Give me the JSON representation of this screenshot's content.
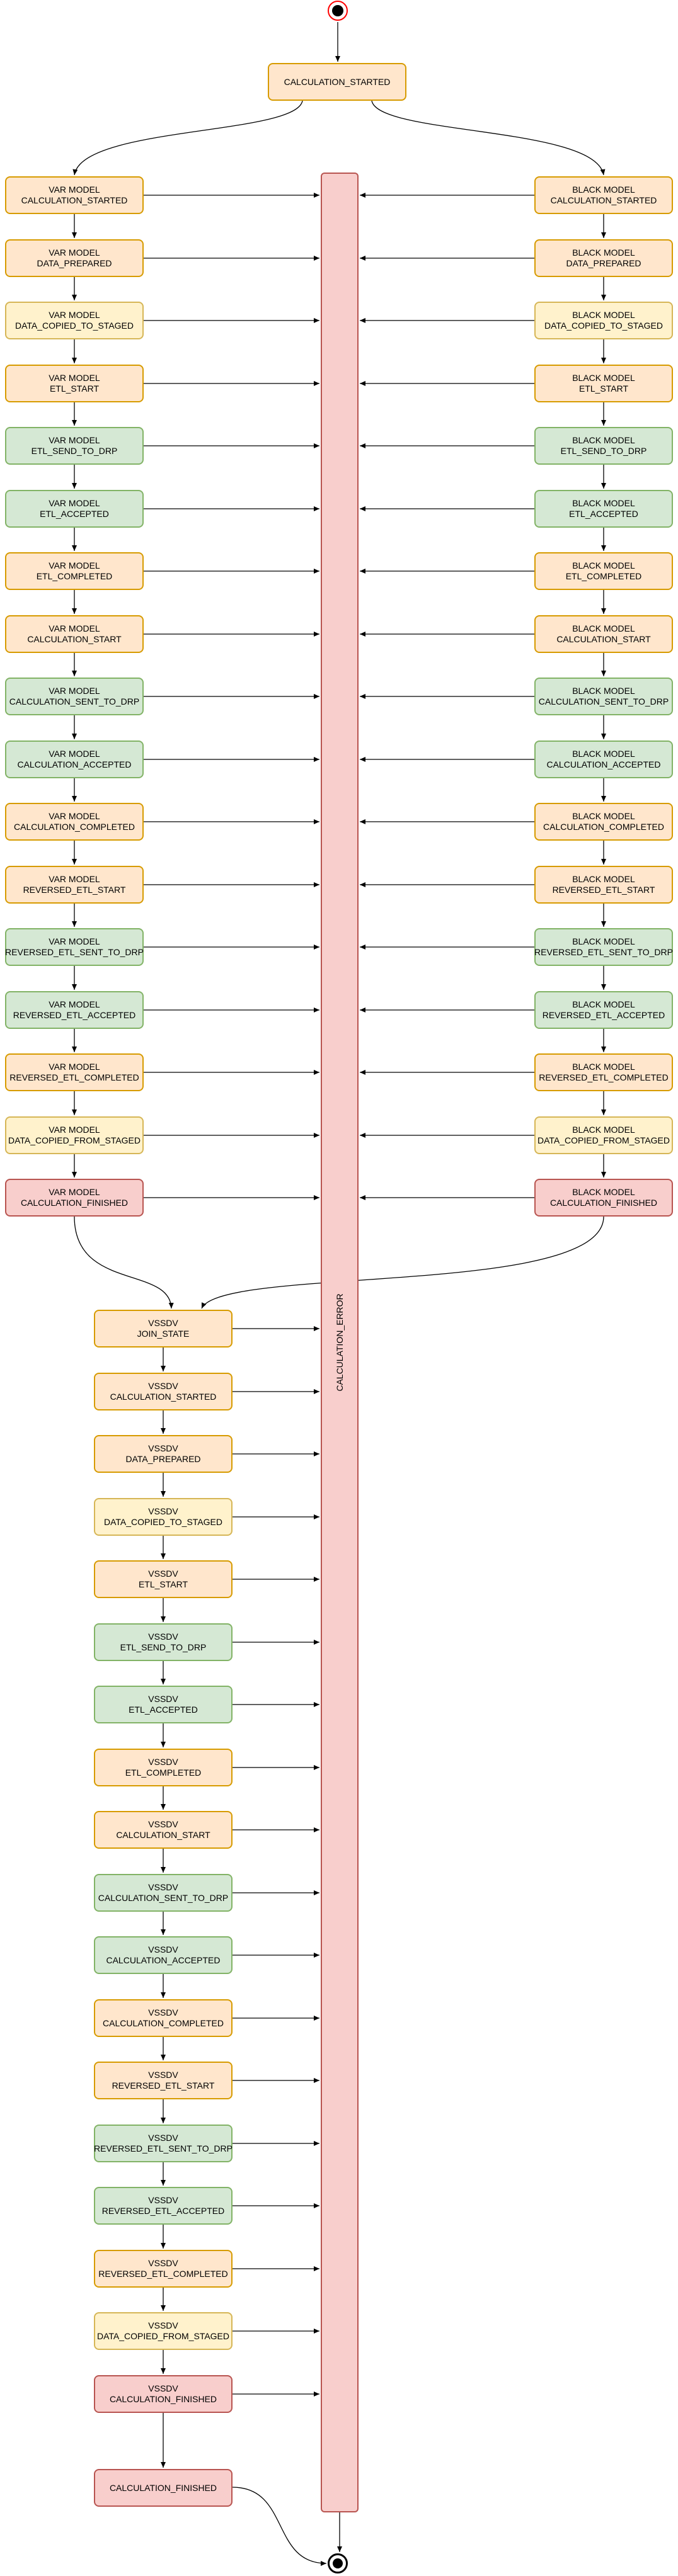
{
  "start_node": "CALCULATION_STARTED",
  "error_state": "CALCULATION_ERROR",
  "var_model": [
    {
      "line1": "VAR MODEL",
      "line2": "CALCULATION_STARTED",
      "color": "orange"
    },
    {
      "line1": "VAR MODEL",
      "line2": "DATA_PREPARED",
      "color": "orange"
    },
    {
      "line1": "VAR MODEL",
      "line2": "DATA_COPIED_TO_STAGED",
      "color": "yellow"
    },
    {
      "line1": "VAR MODEL",
      "line2": "ETL_START",
      "color": "orange"
    },
    {
      "line1": "VAR MODEL",
      "line2": "ETL_SEND_TO_DRP",
      "color": "green"
    },
    {
      "line1": "VAR MODEL",
      "line2": "ETL_ACCEPTED",
      "color": "green"
    },
    {
      "line1": "VAR MODEL",
      "line2": "ETL_COMPLETED",
      "color": "orange"
    },
    {
      "line1": "VAR MODEL",
      "line2": "CALCULATION_START",
      "color": "orange"
    },
    {
      "line1": "VAR MODEL",
      "line2": "CALCULATION_SENT_TO_DRP",
      "color": "green"
    },
    {
      "line1": "VAR MODEL",
      "line2": "CALCULATION_ACCEPTED",
      "color": "green"
    },
    {
      "line1": "VAR MODEL",
      "line2": "CALCULATION_COMPLETED",
      "color": "orange"
    },
    {
      "line1": "VAR MODEL",
      "line2": "REVERSED_ETL_START",
      "color": "orange"
    },
    {
      "line1": "VAR MODEL",
      "line2": "REVERSED_ETL_SENT_TO_DRP",
      "color": "green"
    },
    {
      "line1": "VAR MODEL",
      "line2": "REVERSED_ETL_ACCEPTED",
      "color": "green"
    },
    {
      "line1": "VAR MODEL",
      "line2": "REVERSED_ETL_COMPLETED",
      "color": "orange"
    },
    {
      "line1": "VAR  MODEL",
      "line2": "DATA_COPIED_FROM_STAGED",
      "color": "yellow"
    },
    {
      "line1": "VAR MODEL",
      "line2": "CALCULATION_FINISHED",
      "color": "red"
    }
  ],
  "black_model": [
    {
      "line1": "BLACK MODEL",
      "line2": "CALCULATION_STARTED",
      "color": "orange"
    },
    {
      "line1": "BLACK MODEL",
      "line2": "DATA_PREPARED",
      "color": "orange"
    },
    {
      "line1": "BLACK MODEL",
      "line2": "DATA_COPIED_TO_STAGED",
      "color": "yellow"
    },
    {
      "line1": "BLACK MODEL",
      "line2": "ETL_START",
      "color": "orange"
    },
    {
      "line1": "BLACK MODEL",
      "line2": "ETL_SEND_TO_DRP",
      "color": "green"
    },
    {
      "line1": "BLACK MODEL",
      "line2": "ETL_ACCEPTED",
      "color": "green"
    },
    {
      "line1": "BLACK MODEL",
      "line2": "ETL_COMPLETED",
      "color": "orange"
    },
    {
      "line1": "BLACK MODEL",
      "line2": "CALCULATION_START",
      "color": "orange"
    },
    {
      "line1": "BLACK MODEL",
      "line2": "CALCULATION_SENT_TO_DRP",
      "color": "green"
    },
    {
      "line1": "BLACK MODEL",
      "line2": "CALCULATION_ACCEPTED",
      "color": "green"
    },
    {
      "line1": "BLACK MODEL",
      "line2": "CALCULATION_COMPLETED",
      "color": "orange"
    },
    {
      "line1": "BLACK MODEL",
      "line2": "REVERSED_ETL_START",
      "color": "orange"
    },
    {
      "line1": "BLACK MODEL",
      "line2": "REVERSED_ETL_SENT_TO_DRP",
      "color": "green"
    },
    {
      "line1": "BLACK MODEL",
      "line2": "REVERSED_ETL_ACCEPTED",
      "color": "green"
    },
    {
      "line1": "BLACK MODEL",
      "line2": "REVERSED_ETL_COMPLETED",
      "color": "orange"
    },
    {
      "line1": "BLACK MODEL",
      "line2": "DATA_COPIED_FROM_STAGED",
      "color": "yellow"
    },
    {
      "line1": "BLACK MODEL",
      "line2": "CALCULATION_FINISHED",
      "color": "red"
    }
  ],
  "vssdv": [
    {
      "line1": "VSSDV",
      "line2": "JOIN_STATE",
      "color": "orange"
    },
    {
      "line1": "VSSDV",
      "line2": "CALCULATION_STARTED",
      "color": "orange"
    },
    {
      "line1": "VSSDV",
      "line2": "DATA_PREPARED",
      "color": "orange"
    },
    {
      "line1": "VSSDV",
      "line2": "DATA_COPIED_TO_STAGED",
      "color": "yellow"
    },
    {
      "line1": "VSSDV",
      "line2": "ETL_START",
      "color": "orange"
    },
    {
      "line1": "VSSDV",
      "line2": "ETL_SEND_TO_DRP",
      "color": "green"
    },
    {
      "line1": "VSSDV",
      "line2": "ETL_ACCEPTED",
      "color": "green"
    },
    {
      "line1": "VSSDV",
      "line2": "ETL_COMPLETED",
      "color": "orange"
    },
    {
      "line1": "VSSDV",
      "line2": "CALCULATION_START",
      "color": "orange"
    },
    {
      "line1": "VSSDV",
      "line2": "CALCULATION_SENT_TO_DRP",
      "color": "green"
    },
    {
      "line1": "VSSDV",
      "line2": "CALCULATION_ACCEPTED",
      "color": "green"
    },
    {
      "line1": "VSSDV",
      "line2": "CALCULATION_COMPLETED",
      "color": "orange"
    },
    {
      "line1": "VSSDV",
      "line2": "REVERSED_ETL_START",
      "color": "orange"
    },
    {
      "line1": "VSSDV",
      "line2": "REVERSED_ETL_SENT_TO_DRP",
      "color": "green"
    },
    {
      "line1": "VSSDV",
      "line2": "REVERSED_ETL_ACCEPTED",
      "color": "green"
    },
    {
      "line1": "VSSDV",
      "line2": "REVERSED_ETL_COMPLETED",
      "color": "orange"
    },
    {
      "line1": "VSSDV",
      "line2": "DATA_COPIED_FROM_STAGED",
      "color": "yellow"
    },
    {
      "line1": "VSSDV",
      "line2": "CALCULATION_FINISHED",
      "color": "red"
    }
  ],
  "final_node": {
    "label": "CALCULATION_FINISHED",
    "color": "red"
  },
  "colors": {
    "orange": "#ffe6cc",
    "yellow": "#fff2cc",
    "green": "#d5e8d4",
    "red": "#f8cecc",
    "start_dot_fill": "#000000",
    "start_dot_ring": "#ff0000"
  }
}
